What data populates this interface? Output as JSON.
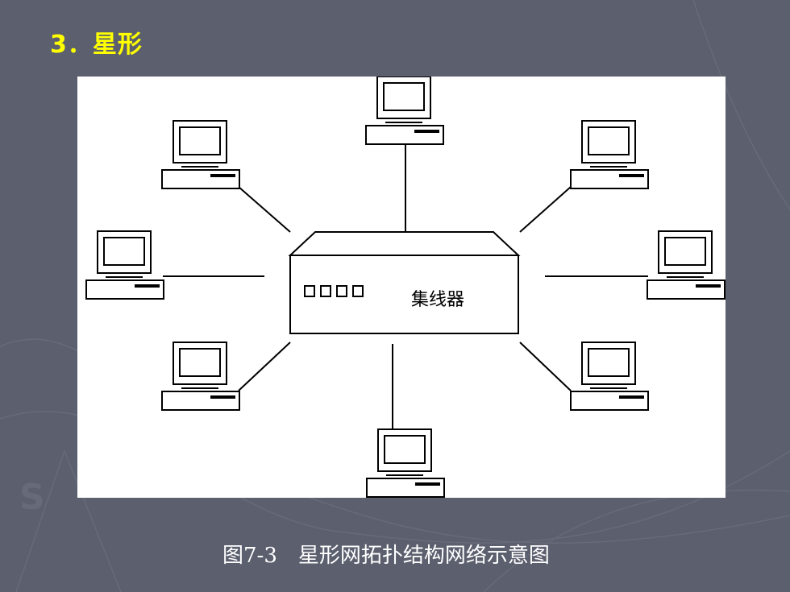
{
  "slide": {
    "title": "3．星形",
    "caption": "图7-3　星形网拓扑结构网络示意图"
  },
  "diagram": {
    "hub_label": "集线器",
    "hub_port_count": 4,
    "computer_count": 8
  },
  "colors": {
    "background": "#5b5f6e",
    "title": "#ffff00",
    "panel": "#ffffff",
    "caption": "#ffffff"
  }
}
